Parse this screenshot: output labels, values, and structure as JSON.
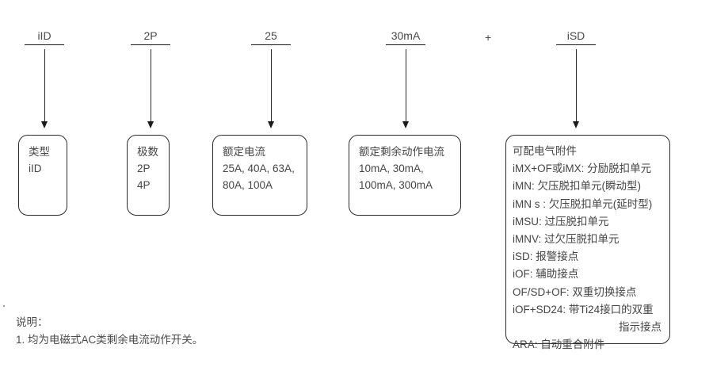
{
  "diagram": {
    "title_codes": [
      {
        "code": "iID",
        "rule_width": 50
      },
      {
        "code": "2P",
        "rule_width": 50
      },
      {
        "code": "25",
        "rule_width": 50
      },
      {
        "code": "30mA",
        "rule_width": 50
      },
      {
        "code": "iSD",
        "rule_width": 50
      }
    ],
    "plus_symbol": "+",
    "boxes": [
      {
        "name": "type",
        "lines": [
          "类型",
          "iID"
        ]
      },
      {
        "name": "poles",
        "lines": [
          "极数",
          "2P",
          "4P"
        ]
      },
      {
        "name": "rated-current",
        "lines": [
          "额定电流",
          "25A, 40A, 63A,",
          "80A, 100A"
        ]
      },
      {
        "name": "rated-residual-operating-current",
        "lines": [
          "额定剩余动作电流",
          "10mA, 30mA,",
          "100mA, 300mA"
        ]
      },
      {
        "name": "electrical-accessories",
        "lines": [
          "可配电气附件",
          "iMX+OF或iMX: 分励脱扣单元",
          "iMN: 欠压脱扣单元(瞬动型)",
          "iMN s : 欠压脱扣单元(延时型)",
          "iMSU: 过压脱扣单元",
          "iMNV: 过欠压脱扣单元",
          "iSD: 报警接点",
          "iOF: 辅助接点",
          "OF/SD+OF: 双重切换接点",
          "iOF+SD24: 带Ti24接口的双重",
          "指示接点",
          "ARA: 自动重合附件"
        ]
      }
    ],
    "notes": {
      "heading": "说明：",
      "items": [
        "1. 均为电磁式AC类剩余电流动作开关。"
      ]
    },
    "colors": {
      "line": "#2b2b2b",
      "text": "#454545",
      "background": "#ffffff"
    }
  }
}
